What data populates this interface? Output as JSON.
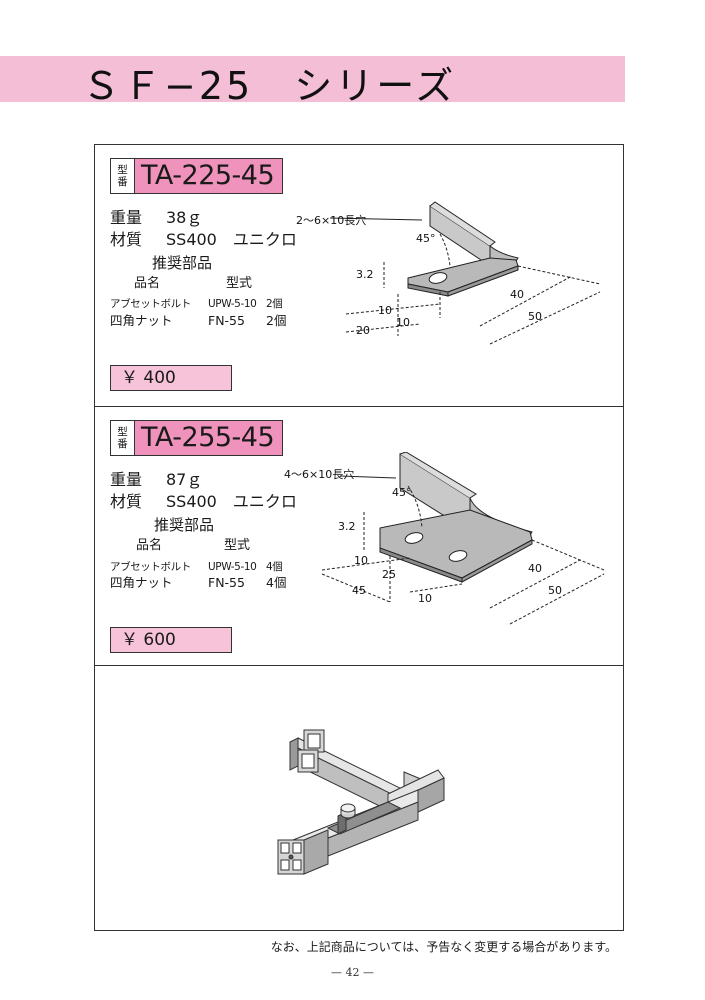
{
  "page": {
    "series_title": "ＳＦ−25　シリーズ",
    "footer_note": "なお、上記商品については、予告なく変更する場合があります。",
    "page_number": "— 42 —"
  },
  "products": [
    {
      "kata_label_top": "型",
      "kata_label_bottom": "番",
      "model": "TA-225-45",
      "weight_label": "重量",
      "weight_value": "38ｇ",
      "material_label": "材質",
      "material_value": "SS400　ユニクロ",
      "recommended_title": "推奨部品",
      "col_name": "品名",
      "col_type": "型式",
      "parts": [
        {
          "name": "アブセットボルト",
          "type": "UPW-5-10",
          "qty": "2個"
        },
        {
          "name": "四角ナット",
          "type": "FN-55",
          "qty": "2個"
        }
      ],
      "price": "￥ 400",
      "drawing": {
        "hole_note": "2〜6×10長穴",
        "angle": "45°",
        "thickness": "3.2",
        "dims": [
          "10",
          "20",
          "10",
          "40",
          "50"
        ]
      }
    },
    {
      "kata_label_top": "型",
      "kata_label_bottom": "番",
      "model": "TA-255-45",
      "weight_label": "重量",
      "weight_value": "87ｇ",
      "material_label": "材質",
      "material_value": "SS400　ユニクロ",
      "recommended_title": "推奨部品",
      "col_name": "品名",
      "col_type": "型式",
      "parts": [
        {
          "name": "アブセットボルト",
          "type": "UPW-5-10",
          "qty": "4個"
        },
        {
          "name": "四角ナット",
          "type": "FN-55",
          "qty": "4個"
        }
      ],
      "price": "￥ 600",
      "drawing": {
        "hole_note": "4〜6×10長穴",
        "angle": "45°",
        "thickness": "3.2",
        "dims": [
          "10",
          "25",
          "45",
          "10",
          "40",
          "50"
        ]
      }
    }
  ],
  "colors": {
    "title_band": "#f4bfd6",
    "model_fill": "#ef92bc",
    "price_fill": "#f6c3d9",
    "plate_fill": "#b9b9b9"
  },
  "icons": [
    "bracket-drawing-1",
    "bracket-drawing-2",
    "assembly-illustration"
  ]
}
